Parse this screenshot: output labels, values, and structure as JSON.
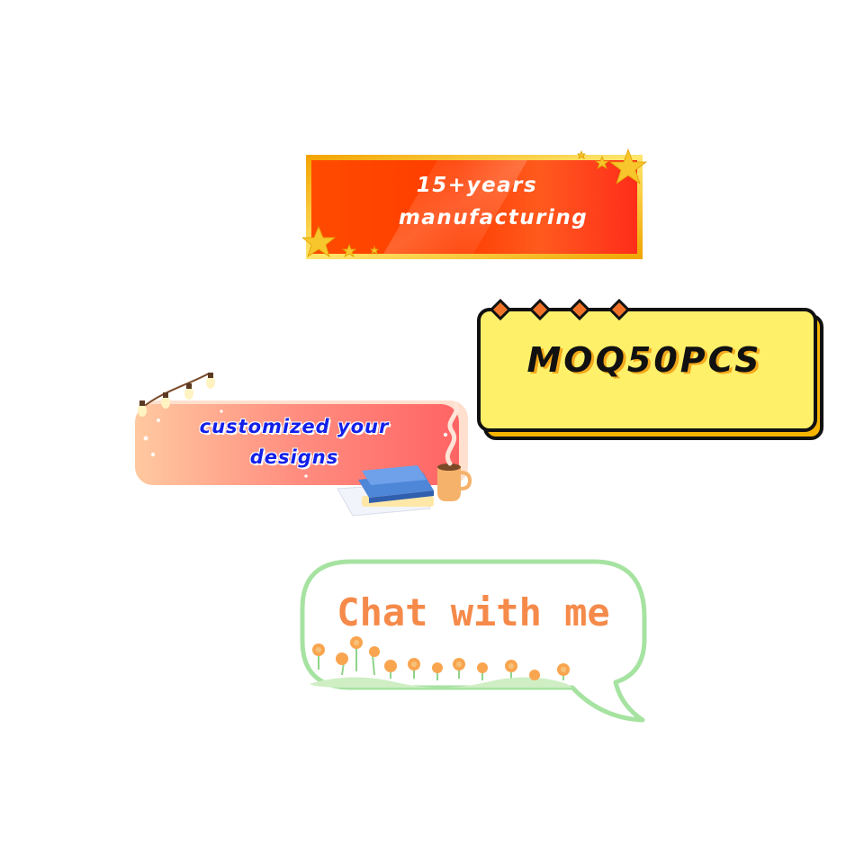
{
  "stickers": {
    "years": {
      "line1": "15+years",
      "line2": "manufacturing",
      "colors": {
        "background": "#ff3d00",
        "border": "#f5c400",
        "text": "#ffffff",
        "star": "#f7c52c"
      }
    },
    "moq": {
      "text": "MOQ50PCS",
      "colors": {
        "background": "#fff06a",
        "shadow": "#f5b400",
        "outline": "#111111",
        "diamond": "#f07328"
      }
    },
    "custom": {
      "line1": "customized  your",
      "line2": "designs",
      "colors": {
        "gradient_start": "#ffd3a6",
        "gradient_end": "#ff6b6b",
        "text": "#1420e8"
      }
    },
    "chat": {
      "text": "Chat with me",
      "colors": {
        "outline": "#a6e3a1",
        "text": "#f58a4a",
        "flower": "#f9a550"
      }
    }
  },
  "icons": [
    "star-icon",
    "diamond-icon",
    "book-stack-icon",
    "coffee-cup-icon",
    "steam-icon",
    "bulb-icon",
    "flower-icon"
  ]
}
